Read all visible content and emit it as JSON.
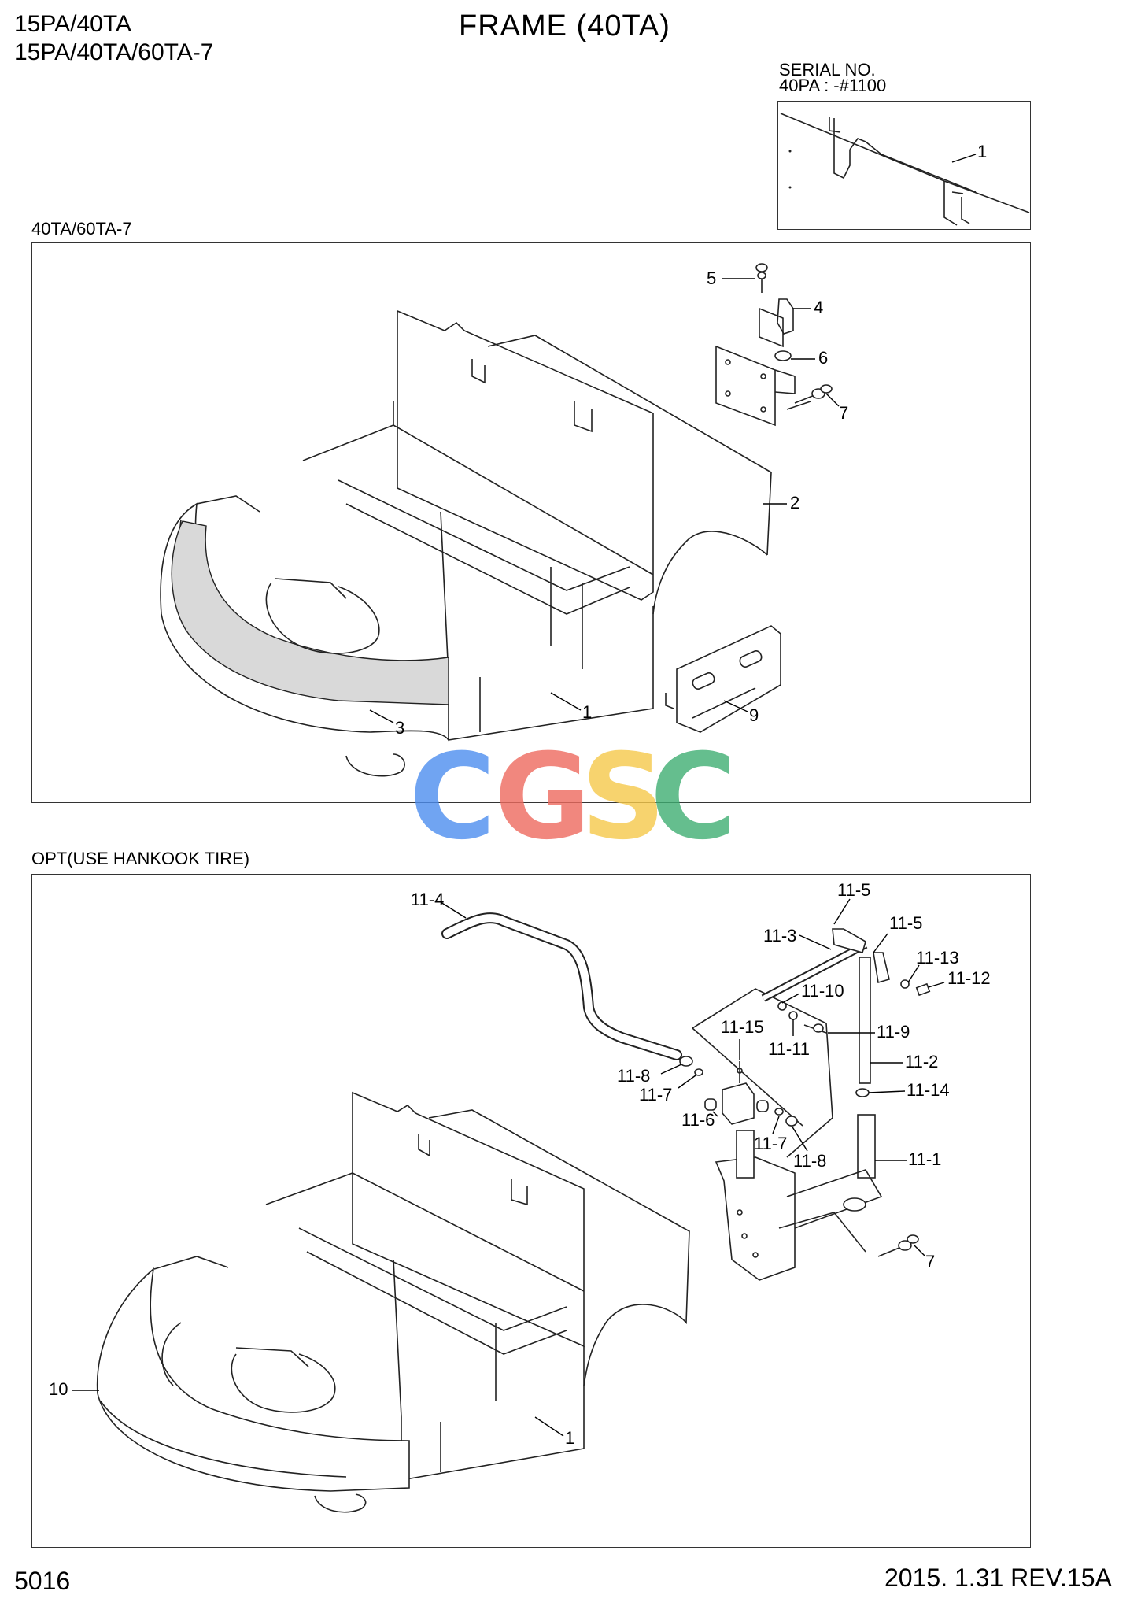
{
  "header": {
    "model_line_1": "15PA/40TA",
    "model_line_2": "15PA/40TA/60TA-7",
    "title": "FRAME (40TA)"
  },
  "inset": {
    "serial_label": "SERIAL NO.",
    "serial_range": "40PA : -#1100",
    "callouts": [
      "1"
    ]
  },
  "section_top": {
    "caption": "40TA/60TA-7",
    "callouts": [
      "5",
      "4",
      "6",
      "7",
      "2",
      "9",
      "1",
      "3"
    ]
  },
  "section_bottom": {
    "caption": "OPT(USE HANKOOK TIRE)",
    "callouts": [
      "11-4",
      "11-5",
      "11-3",
      "11-5",
      "11-13",
      "11-12",
      "11-10",
      "11-15",
      "11-9",
      "11-11",
      "11-2",
      "11-8",
      "11-7",
      "11-14",
      "11-6",
      "11-7",
      "11-8",
      "11-1",
      "7",
      "10",
      "1"
    ]
  },
  "watermark": {
    "letters": [
      "C",
      "G",
      "S",
      "C"
    ],
    "colors": [
      "#4d8ef0",
      "#ee6a5e",
      "#f6c94a",
      "#3fae72"
    ]
  },
  "footer": {
    "page_number": "5016",
    "revision": "2015. 1.31  REV.15A"
  }
}
